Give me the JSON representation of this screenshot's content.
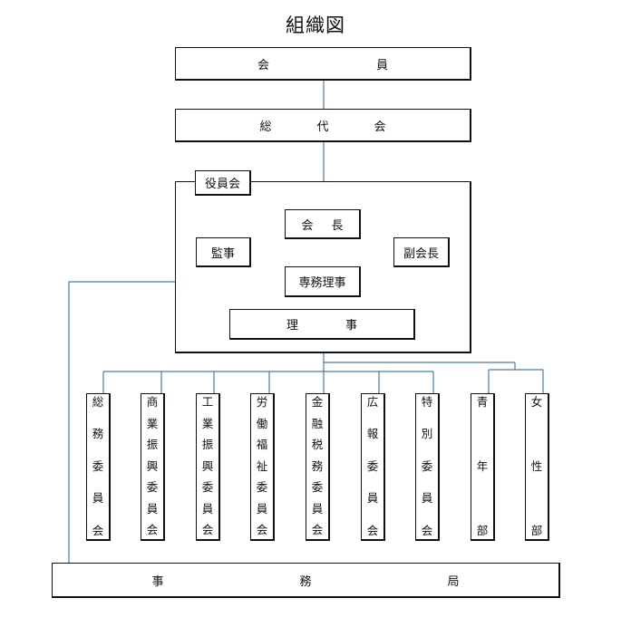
{
  "title": "組織図",
  "members": [
    "会",
    "員"
  ],
  "general_assembly": [
    "総",
    "代",
    "会"
  ],
  "board_group_label": "役員会",
  "chairman": [
    "会",
    "長"
  ],
  "auditor": "監事",
  "vice_chairman": "副会長",
  "executive_director": "専務理事",
  "directors": [
    "理",
    "事"
  ],
  "committees": [
    {
      "name": "総務委員会",
      "chars": [
        "総",
        "務",
        "委",
        "員",
        "会"
      ]
    },
    {
      "name": "商業振興委員会",
      "chars": [
        "商",
        "業",
        "振",
        "興",
        "委",
        "員",
        "会"
      ]
    },
    {
      "name": "工業振興委員会",
      "chars": [
        "工",
        "業",
        "振",
        "興",
        "委",
        "員",
        "会"
      ]
    },
    {
      "name": "労働福祉委員会",
      "chars": [
        "労",
        "働",
        "福",
        "祉",
        "委",
        "員",
        "会"
      ]
    },
    {
      "name": "金融税務委員会",
      "chars": [
        "金",
        "融",
        "税",
        "務",
        "委",
        "員",
        "会"
      ]
    },
    {
      "name": "広報委員会",
      "chars": [
        "広",
        "報",
        "委",
        "員",
        "会"
      ]
    },
    {
      "name": "特別委員会",
      "chars": [
        "特",
        "別",
        "委",
        "員",
        "会"
      ]
    },
    {
      "name": "青年部",
      "chars": [
        "青",
        "年",
        "部"
      ]
    },
    {
      "name": "女性部",
      "chars": [
        "女",
        "性",
        "部"
      ]
    }
  ],
  "secretariat": [
    "事",
    "務",
    "局"
  ],
  "colors": {
    "connector": "#4a7ab0",
    "border": "#111111"
  }
}
